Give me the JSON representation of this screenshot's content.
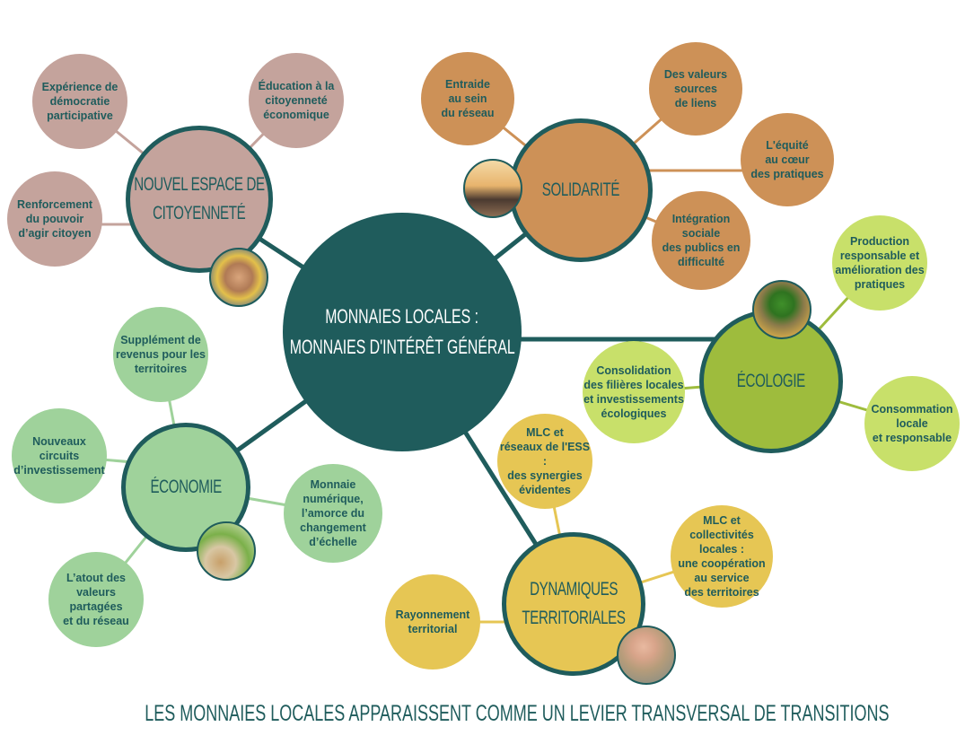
{
  "center": {
    "lines": [
      "MONNAIES LOCALES :",
      "MONNAIES D'INTÉRÊT GÉNÉRAL"
    ]
  },
  "colors": {
    "teal": "#1f5c5c",
    "citoyennete": "#c4a39c",
    "solidarite": "#cd9157",
    "ecologie": "#9ebc3d",
    "ecologie_light": "#c8e06a",
    "economie": "#9fd29b",
    "dynamiques": "#e6c654"
  },
  "citoyennete": {
    "title": [
      "NOUVEL ESPACE DE",
      "CITOYENNETÉ"
    ],
    "photo": "hands-together-photo",
    "items": [
      [
        "Expérience de",
        "démocratie",
        "participative"
      ],
      [
        "Éducation à la",
        "citoyenneté",
        "économique"
      ],
      [
        "Renforcement",
        "du pouvoir",
        "d’agir citoyen"
      ]
    ]
  },
  "solidarite": {
    "title": [
      "SOLIDARITÉ"
    ],
    "photo": "group-of-friends-photo",
    "items": [
      [
        "Entraide",
        "au sein",
        "du réseau"
      ],
      [
        "Des valeurs",
        "sources",
        "de liens"
      ],
      [
        "L'équité",
        "au cœur",
        "des pratiques"
      ],
      [
        "Intégration",
        "sociale",
        "des publics en",
        "difficulté"
      ]
    ]
  },
  "ecologie": {
    "title": [
      "ÉCOLOGIE"
    ],
    "photo": "tree-in-glass-photo",
    "items": [
      [
        "Production",
        "responsable et",
        "amélioration des",
        "pratiques"
      ],
      [
        "Consolidation",
        "des filières locales",
        "et investissements",
        "écologiques"
      ],
      [
        "Consommation",
        "locale",
        "et responsable"
      ]
    ]
  },
  "economie": {
    "title": [
      "ÉCONOMIE"
    ],
    "photo": "coins-jar-plant-photo",
    "items": [
      [
        "Supplément de",
        "revenus pour les",
        "territoires"
      ],
      [
        "Nouveaux circuits",
        "d’investissement"
      ],
      [
        "Monnaie",
        "numérique,",
        "l’amorce du",
        "changement",
        "d’échelle"
      ],
      [
        "L’atout des",
        "valeurs",
        "partagées",
        "et du réseau"
      ]
    ]
  },
  "dynamiques": {
    "title": [
      "DYNAMIQUES",
      "TERRITORIALES"
    ],
    "photo": "hand-planting-seed-photo",
    "items": [
      [
        "MLC et",
        "réseaux de l'ESS :",
        "des synergies",
        "évidentes"
      ],
      [
        "MLC et",
        "collectivités locales :",
        "une coopération",
        "au service",
        "des territoires"
      ],
      [
        "Rayonnement",
        "territorial"
      ]
    ]
  },
  "footer": "LES MONNAIES LOCALES APPARAISSENT COMME UN LEVIER TRANSVERSAL DE TRANSITIONS"
}
